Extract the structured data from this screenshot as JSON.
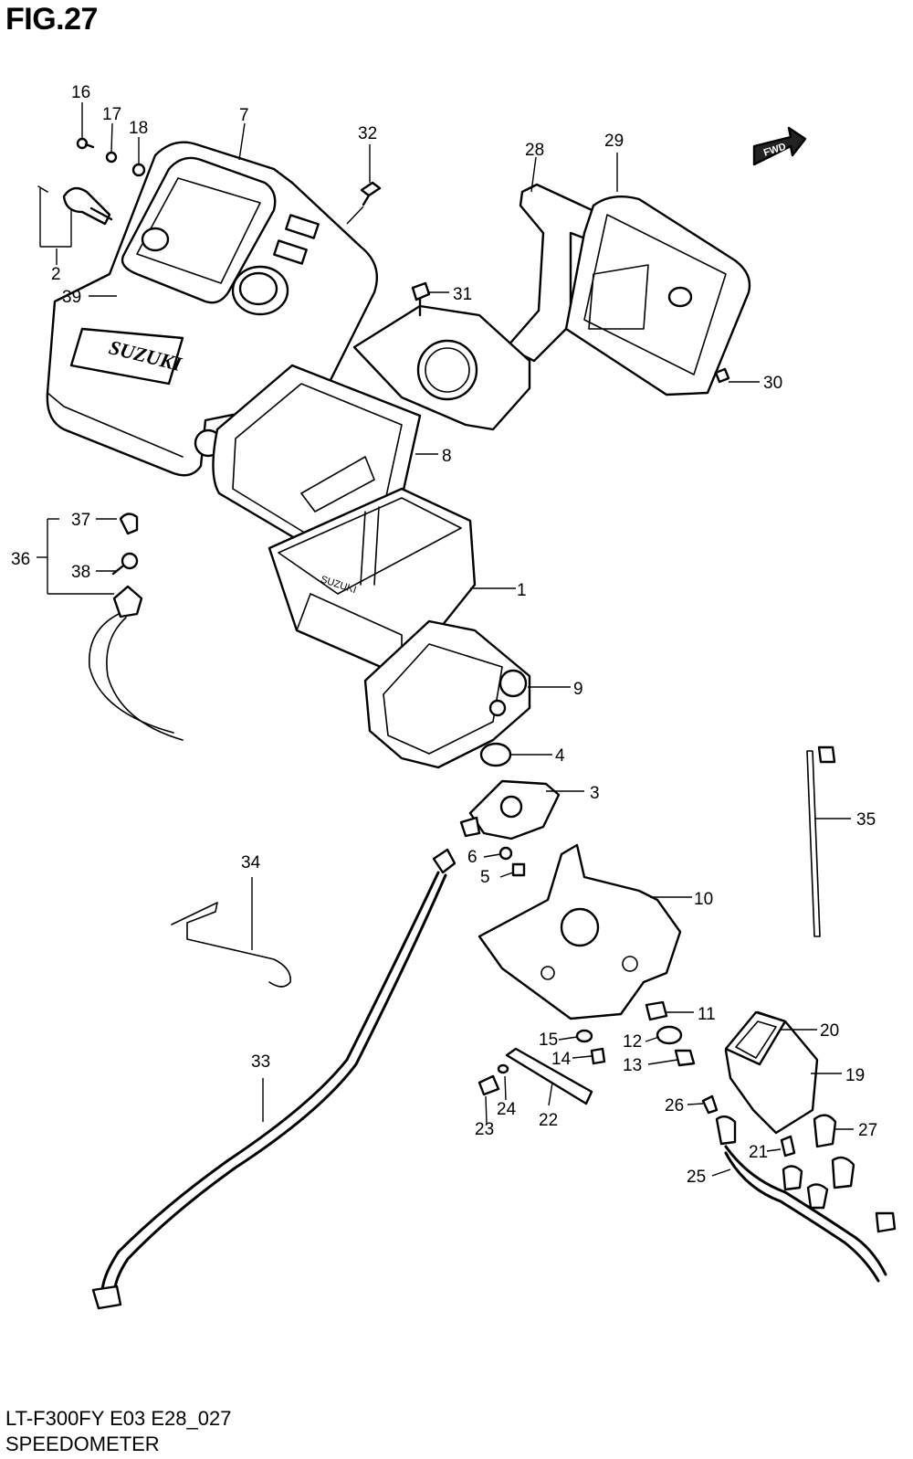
{
  "figure": {
    "title": "FIG.27",
    "model_code": "LT-F300FY E03 E28_027",
    "caption": "SPEEDOMETER",
    "fwd_label": "FWD"
  },
  "callouts": [
    "1",
    "2",
    "3",
    "4",
    "5",
    "6",
    "7",
    "8",
    "9",
    "10",
    "11",
    "12",
    "13",
    "14",
    "15",
    "16",
    "17",
    "18",
    "19",
    "20",
    "21",
    "22",
    "23",
    "24",
    "25",
    "26",
    "27",
    "28",
    "29",
    "30",
    "31",
    "32",
    "33",
    "34",
    "35",
    "36",
    "37",
    "38",
    "39"
  ],
  "parts": [
    "speedometer-unit",
    "indicator-bulb-socket",
    "speedometer-gear-box",
    "o-ring",
    "screw",
    "washer",
    "meter-cover",
    "meter-case-top",
    "meter-case-lower",
    "meter-bracket",
    "nut",
    "washer",
    "nut",
    "bolt",
    "washer",
    "screw",
    "washer",
    "cushion",
    "indicator-housing",
    "indicator-lens",
    "screw",
    "plate",
    "screw",
    "washer",
    "lamp-harness",
    "bulb",
    "bulb",
    "cover-bracket",
    "handlebar-cover",
    "screw",
    "screw",
    "screw",
    "speedometer-cable",
    "cable-clamp",
    "wiring-clamp",
    "socket-assembly",
    "bulb-socket",
    "bulb",
    "label"
  ]
}
